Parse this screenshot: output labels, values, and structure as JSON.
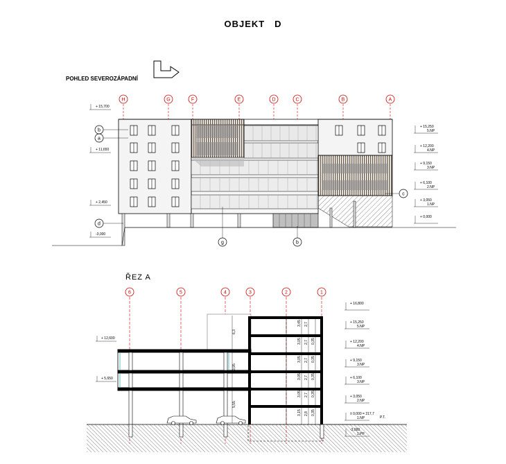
{
  "title": "OBJEKT   D",
  "view_label": "POHLED SEVEROZÁPADNÍ",
  "section_label": "ŘEZ  A",
  "elevation": {
    "axes": [
      "H",
      "G",
      "F",
      "E",
      "D",
      "C",
      "B",
      "A"
    ],
    "left_levels": [
      "+ 15,700",
      "+ 11,650",
      "+ 2,450",
      "-3,000"
    ],
    "right_levels": [
      {
        "value": "+ 15,250",
        "floor": "5.NP"
      },
      {
        "value": "+ 12,200",
        "floor": "4.NP"
      },
      {
        "value": "+ 9,150",
        "floor": "3.NP"
      },
      {
        "value": "+ 6,100",
        "floor": "2.NP"
      },
      {
        "value": "+ 3,050",
        "floor": "1.NP"
      },
      {
        "value": "+ 0,000",
        "floor": ""
      }
    ],
    "tags": {
      "b_top": "b",
      "a_left": "a",
      "d_left": "d",
      "c_right": "c",
      "g_bottom": "g",
      "b_bottom": "b"
    }
  },
  "section": {
    "axes": [
      "6",
      "5",
      "4",
      "3",
      "2",
      "1"
    ],
    "left_levels": [
      "+ 12,600",
      "+ 5,650"
    ],
    "right_levels": [
      {
        "value": "+ 16,800",
        "floor": ""
      },
      {
        "value": "+ 15,250",
        "floor": "5.NP"
      },
      {
        "value": "+ 12,200",
        "floor": "4.NP"
      },
      {
        "value": "+ 9,150",
        "floor": "3.NP"
      },
      {
        "value": "+ 6,100",
        "floor": "3.NP"
      },
      {
        "value": "+ 3,050",
        "floor": "2.NP"
      },
      {
        "value": "± 0,000 = 217,7",
        "floor": "1.NP"
      },
      {
        "value": "-3,000",
        "floor": "1.PP"
      }
    ],
    "pt_label": "P.T.",
    "dims": {
      "upper": "6,3",
      "mid": "3,95",
      "low": "5,55",
      "stack": [
        [
          "3,45",
          "2,7",
          ""
        ],
        [
          "3,05",
          "2,7",
          "0,35"
        ],
        [
          "3,05",
          "2,7",
          "0,35"
        ],
        [
          "3,05",
          "2,7",
          "0,35"
        ],
        [
          "3,05",
          "2,7",
          "0,35"
        ],
        [
          "3,15",
          "2,8",
          "0,35"
        ]
      ]
    }
  }
}
